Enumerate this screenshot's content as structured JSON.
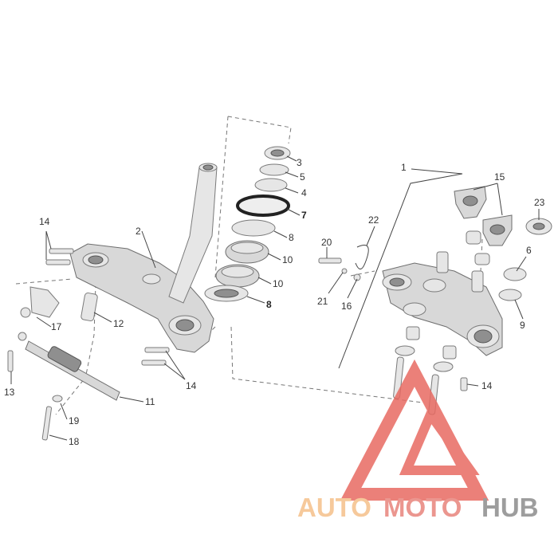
{
  "callouts": {
    "c1": "1",
    "c2": "2",
    "c3": "3",
    "c4": "4",
    "c5": "5",
    "c6": "6",
    "c7": "7",
    "c8a": "8",
    "c8b": "8",
    "c9": "9",
    "c10a": "10",
    "c10b": "10",
    "c11": "11",
    "c12": "12",
    "c13": "13",
    "c14a": "14",
    "c14b": "14",
    "c14c": "14",
    "c15": "15",
    "c16": "16",
    "c17": "17",
    "c18": "18",
    "c19": "19",
    "c20": "20",
    "c21": "21",
    "c22": "22",
    "c23": "23"
  },
  "watermark": {
    "part1": "AUTO",
    "part2": "MOTO",
    "part3": "HUB",
    "color1": "#f5c08a",
    "color2": "#e8847c",
    "color3": "#8c8c8c",
    "triangle_color": "#e86a62"
  }
}
